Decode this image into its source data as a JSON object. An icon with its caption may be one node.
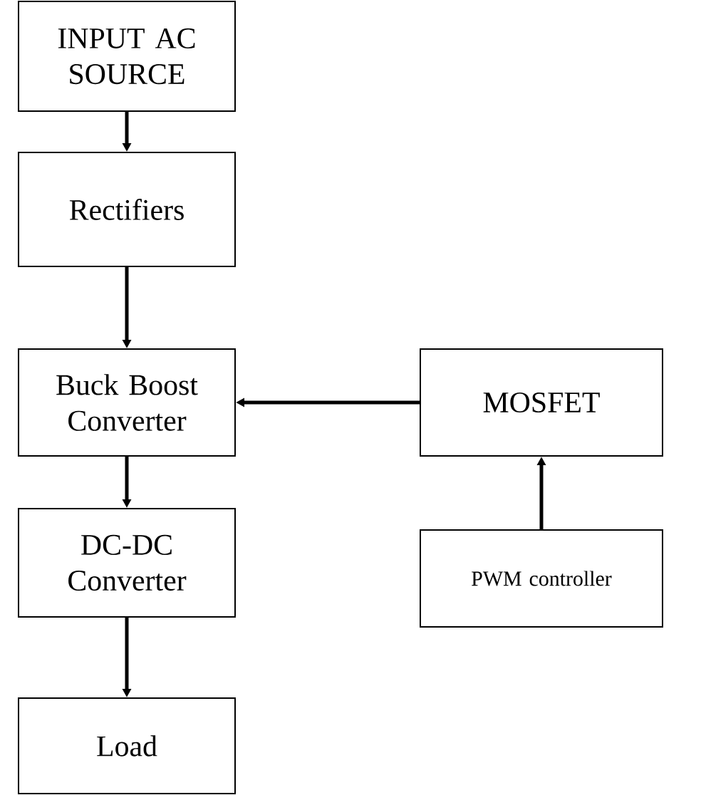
{
  "diagram": {
    "nodes": [
      {
        "text": [
          "INPUT AC SOURCE"
        ]
      },
      {
        "text": [
          "Rectifiers"
        ]
      },
      {
        "text": [
          "Buck Boost Converter"
        ]
      },
      {
        "text": [
          "DC-DC Converter"
        ]
      },
      {
        "text": [
          "Load"
        ]
      },
      {
        "text": [
          "MOSFET"
        ]
      },
      {
        "text": [
          "PWM controller"
        ]
      }
    ],
    "edges": [
      {
        "from": 0,
        "to": 1,
        "arrow": "to"
      },
      {
        "from": 1,
        "to": 2,
        "arrow": "to"
      },
      {
        "from": 2,
        "to": 3,
        "arrow": "to"
      },
      {
        "from": 3,
        "to": 4,
        "arrow": "to"
      },
      {
        "from": 5,
        "to": 2,
        "arrow": "to"
      },
      {
        "from": 6,
        "to": 5,
        "arrow": "to"
      }
    ]
  }
}
